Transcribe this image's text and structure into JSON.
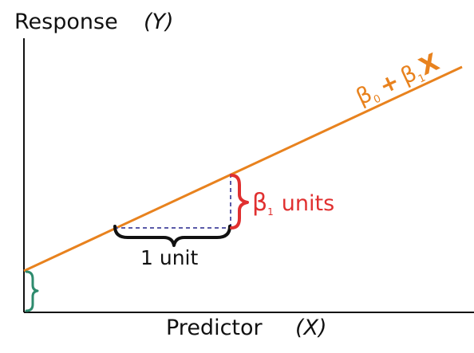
{
  "axes": {
    "y_label": "Response",
    "y_symbol": "(Y)",
    "x_label": "Predictor",
    "x_symbol": "(X)"
  },
  "line_label": {
    "beta": "β",
    "sub0": "0",
    "plus": "+",
    "sub1": "1",
    "x": "X"
  },
  "annotations": {
    "run_label": "1 unit",
    "rise_beta": "β",
    "rise_sub": "1",
    "rise_units": "units"
  },
  "colors": {
    "regression_line": "#e8821e",
    "slope_label": "#e03030",
    "intercept_brace": "#2e8b6e",
    "run_brace": "#111111",
    "dashed_guides": "#5a5aa8",
    "axes": "#111111",
    "text": "#111111"
  }
}
